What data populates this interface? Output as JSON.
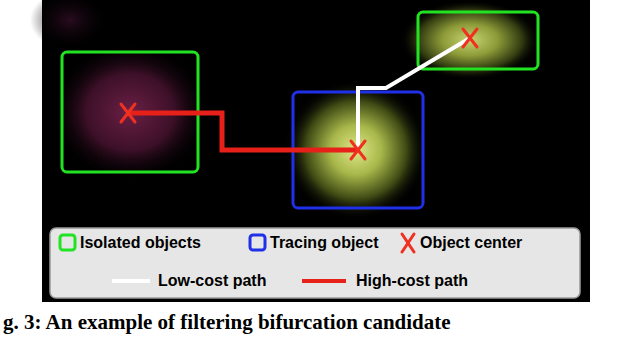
{
  "diagram": {
    "caption": "g. 3: An example of filtering bifurcation candidate",
    "legend": [
      {
        "text": "Isolated objects"
      },
      {
        "text": "Tracing object"
      },
      {
        "text": "Object center"
      },
      {
        "text": "Low-cost path"
      },
      {
        "text": "High-cost path"
      }
    ]
  }
}
